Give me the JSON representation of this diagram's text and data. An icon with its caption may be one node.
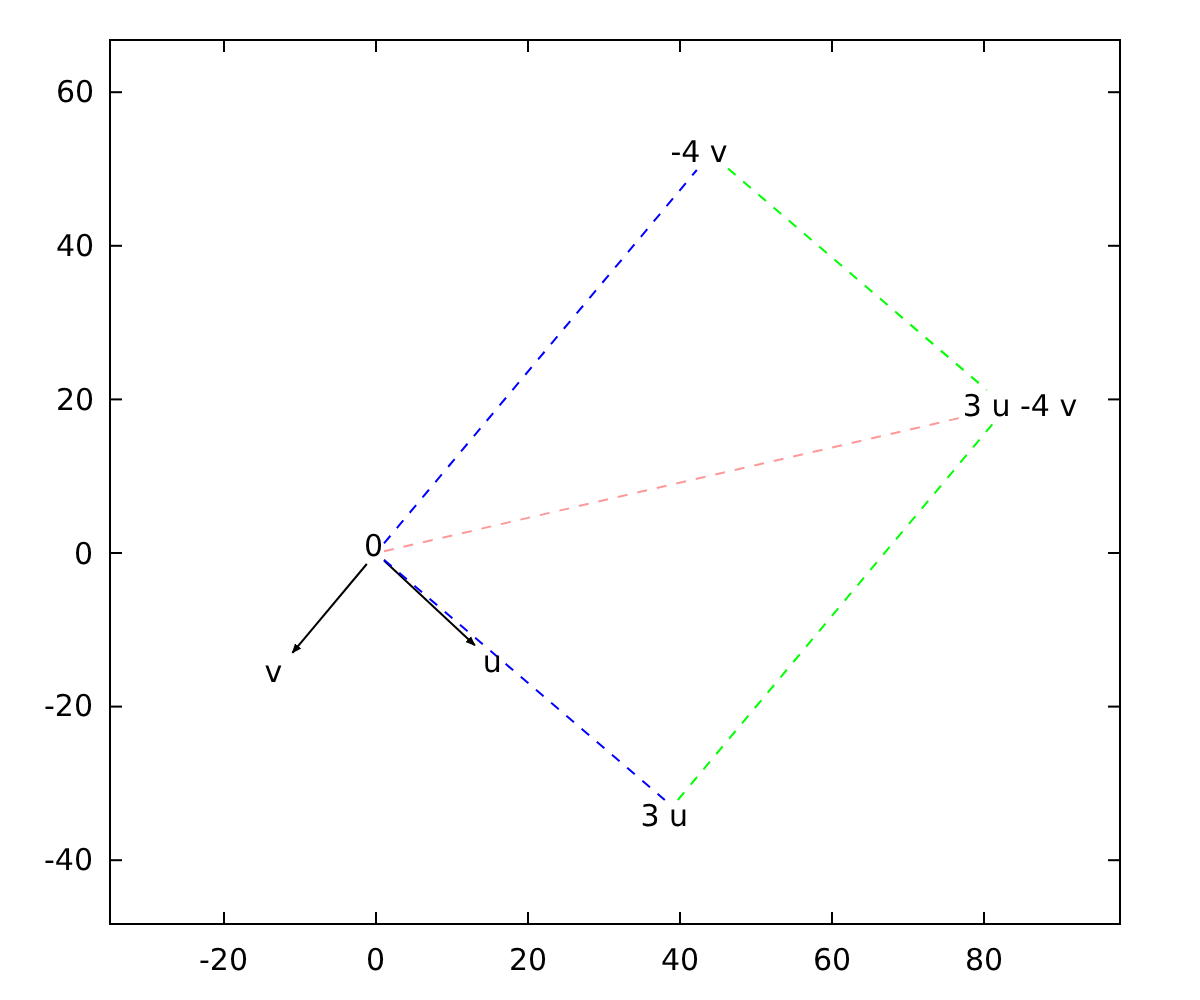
{
  "diagram": {
    "nodes": [
      {
        "text": [
          "0"
        ]
      },
      {
        "text": [
          "u"
        ]
      },
      {
        "text": [
          "v"
        ]
      },
      {
        "text": [
          "3 u"
        ]
      },
      {
        "text": [
          "-4 v"
        ]
      },
      {
        "text": [
          "3 u -4 v"
        ]
      }
    ],
    "edges": [
      {
        "from": 0,
        "to": 1,
        "arrow": "to"
      },
      {
        "from": 0,
        "to": 2,
        "arrow": "to"
      },
      {
        "from": 0,
        "to": 3,
        "arrow": "none",
        "style": "dashed",
        "color": "#0000ff"
      },
      {
        "from": 0,
        "to": 4,
        "arrow": "none",
        "style": "dashed",
        "color": "#0000ff"
      },
      {
        "from": 3,
        "to": 5,
        "arrow": "none",
        "style": "dashed",
        "color": "#00ff00"
      },
      {
        "from": 4,
        "to": 5,
        "arrow": "none",
        "style": "dashed",
        "color": "#00ff00"
      },
      {
        "from": 0,
        "to": 5,
        "arrow": "none",
        "style": "dashed",
        "color": "#ff9999"
      }
    ],
    "labels": [
      "60",
      "40",
      "20",
      "0",
      "-20",
      "-40",
      "-20",
      "0",
      "20",
      "40",
      "60",
      "80"
    ]
  }
}
